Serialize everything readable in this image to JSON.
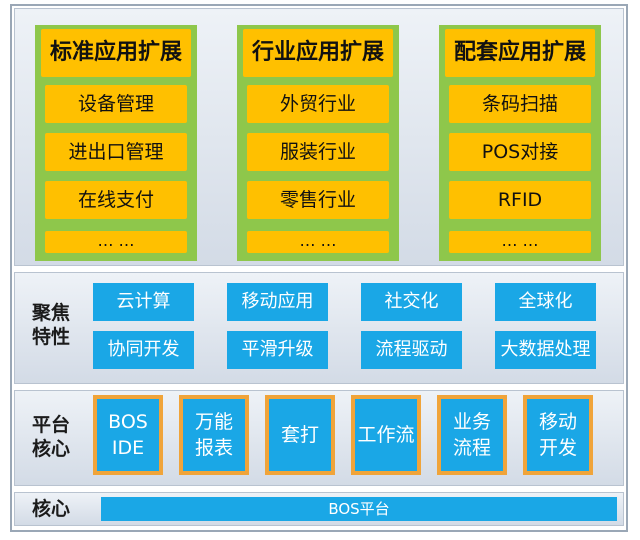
{
  "top": {
    "columns": [
      {
        "title": "标准应用扩展",
        "items": [
          "设备管理",
          "进出口管理",
          "在线支付",
          "… …"
        ]
      },
      {
        "title": "行业应用扩展",
        "items": [
          "外贸行业",
          "服装行业",
          "零售行业",
          "… …"
        ]
      },
      {
        "title": "配套应用扩展",
        "items": [
          "条码扫描",
          "POS对接",
          "RFID",
          "… …"
        ]
      }
    ]
  },
  "focus": {
    "label": "聚焦\n特性",
    "row1": [
      "云计算",
      "移动应用",
      "社交化",
      "全球化"
    ],
    "row2": [
      "协同开发",
      "平滑升级",
      "流程驱动",
      "大数据处理"
    ]
  },
  "platform_core": {
    "label": "平台\n核心",
    "items": [
      "BOS\nIDE",
      "万能\n报表",
      "套打",
      "工作流",
      "业务\n流程",
      "移动\n开发"
    ]
  },
  "core": {
    "label": "核心",
    "bar": "BOS平台"
  },
  "colors": {
    "column_bg": "#8ec74b",
    "tile_yellow": "#ffc000",
    "tile_blue": "#1aa7e6",
    "core_border": "#f0a43a"
  }
}
